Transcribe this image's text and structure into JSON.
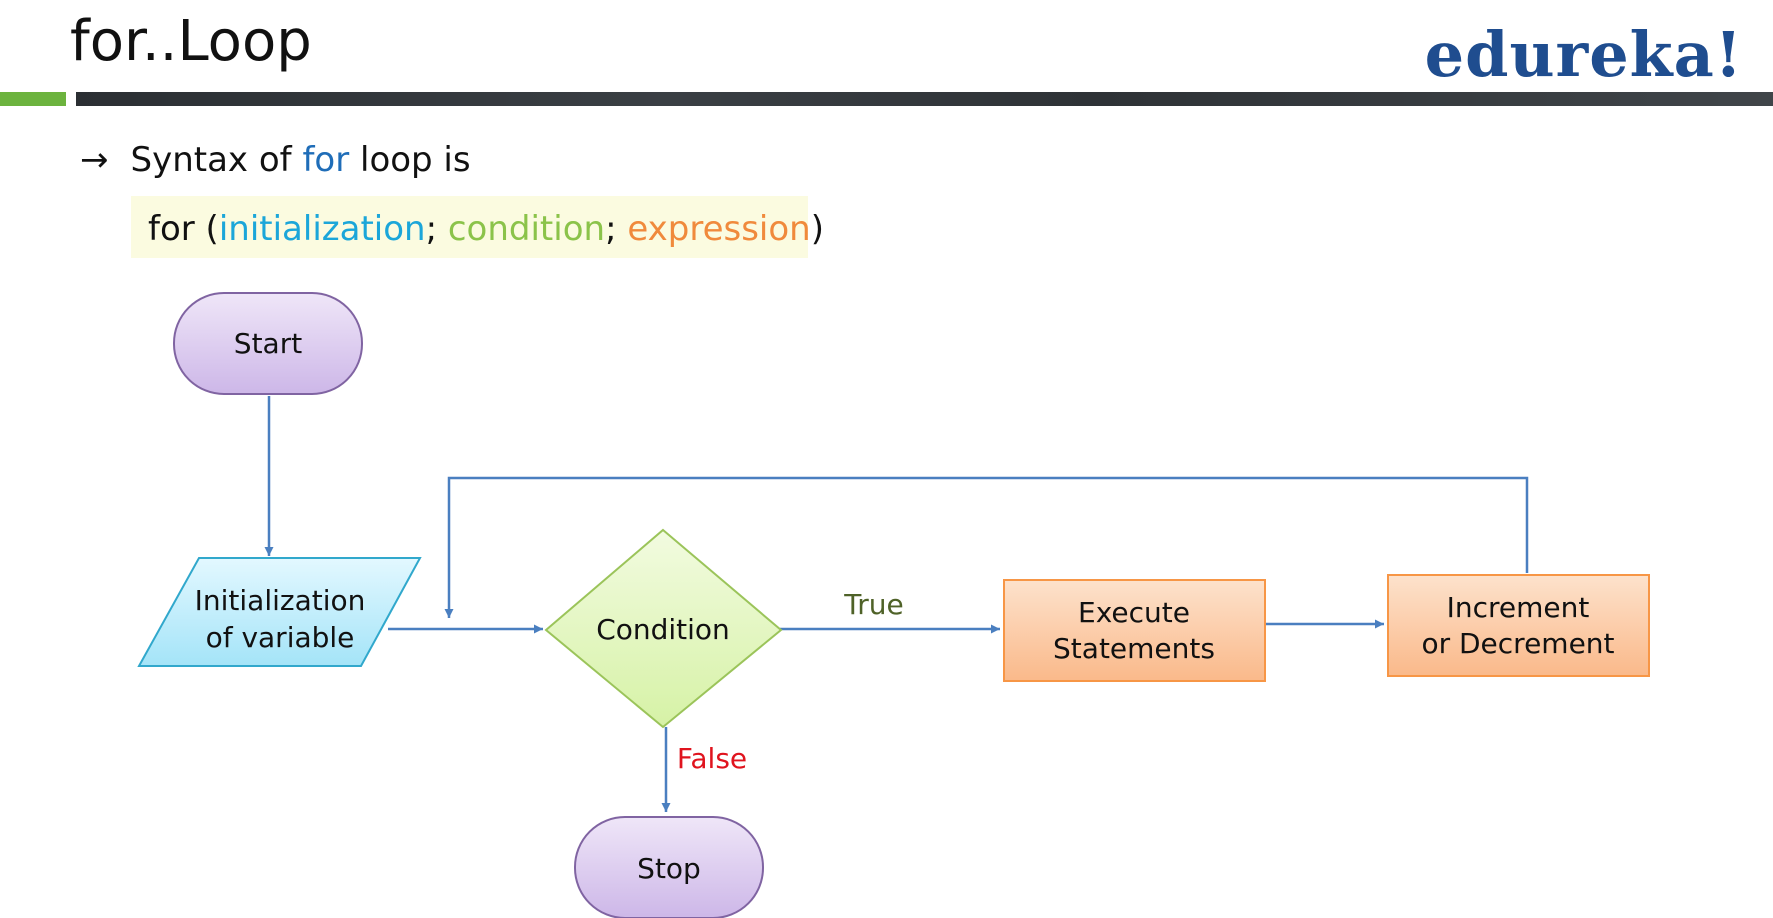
{
  "header": {
    "title": "for..Loop",
    "logo": "edureka!"
  },
  "bullet": {
    "arrow": "→",
    "prefix": "Syntax of ",
    "keyword": "for",
    "suffix": " loop is"
  },
  "syntax": {
    "open": "for (",
    "initialization": "initialization",
    "sep1": "; ",
    "condition": "condition",
    "sep2": "; ",
    "expression": "expression",
    "close": ")"
  },
  "flowchart": {
    "start": "Start",
    "init_line1": "Initialization",
    "init_line2": "of variable",
    "condition": "Condition",
    "true_label": "True",
    "false_label": "False",
    "execute_line1": "Execute",
    "execute_line2": "Statements",
    "increment_line1": "Increment",
    "increment_line2": "or Decrement",
    "stop": "Stop"
  },
  "colors": {
    "arrow": "#4a7fc0",
    "terminal_fill_top": "#efe6f8",
    "terminal_fill_bottom": "#cdb7e8",
    "terminal_stroke": "#8064a2",
    "input_fill_top": "#e3f8ff",
    "input_fill_bottom": "#a4e4f8",
    "input_stroke": "#31a8cc",
    "decision_fill_top": "#f2fbe0",
    "decision_fill_bottom": "#d6f2a6",
    "decision_stroke": "#9bc45a",
    "process_fill_top": "#fde2cc",
    "process_fill_bottom": "#fab98a",
    "process_stroke": "#f79646",
    "true_color": "#4f6228",
    "false_color": "#e0141e"
  }
}
